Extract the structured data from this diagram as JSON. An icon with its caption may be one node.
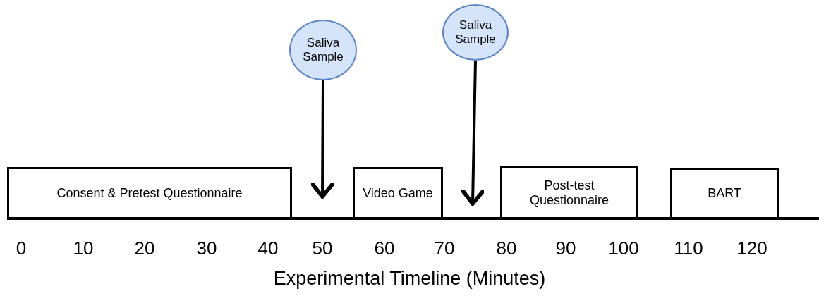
{
  "diagram": {
    "caption": "Experimental Timeline (Minutes)",
    "nodes": [
      {
        "text": [
          "Saliva Sample"
        ]
      },
      {
        "text": [
          "Saliva Sample"
        ]
      },
      {
        "text": [
          "Consent & Pretest Questionnaire"
        ]
      },
      {
        "text": [
          "Video Game"
        ]
      },
      {
        "text": [
          "Post-test Questionnaire"
        ]
      },
      {
        "text": [
          "BART"
        ]
      }
    ],
    "edges": [
      {
        "from": 0,
        "to": null,
        "arrow": "to"
      },
      {
        "from": 1,
        "to": null,
        "arrow": "to"
      }
    ],
    "labels": [
      "0",
      "10",
      "20",
      "30",
      "40",
      "50",
      "60",
      "70",
      "80",
      "90",
      "100",
      "110",
      "120"
    ]
  }
}
